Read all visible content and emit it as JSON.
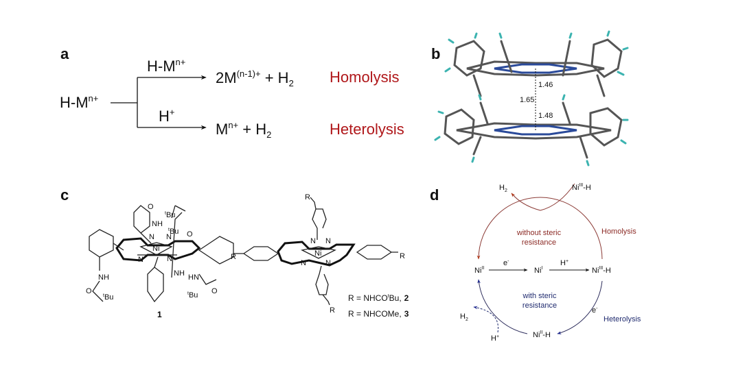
{
  "panels": {
    "a": {
      "label": "a",
      "reactant": {
        "base": "H-M",
        "sup": "n+"
      },
      "top_reagent": {
        "base": "H-M",
        "sup": "n+"
      },
      "bottom_reagent": {
        "base": "H",
        "sup": "+"
      },
      "top_product": {
        "p1": "2M",
        "sup": "(n-1)+",
        "p2": " + H",
        "sub": "2"
      },
      "bottom_product": {
        "p1": "M",
        "sup": "n+",
        "p2": " + H",
        "sub": "2"
      },
      "homolysis": "Homolysis",
      "heterolysis": "Heterolysis"
    },
    "b": {
      "label": "b",
      "distances": [
        "1.46",
        "1.65",
        "1.48"
      ]
    },
    "c": {
      "label": "c",
      "compound1_number": "1",
      "atoms": {
        "N": "N",
        "Ni": "Ni",
        "NH": "NH",
        "HN": "HN",
        "O": "O",
        "tBu_t": "t",
        "tBu_b": "Bu",
        "R": "R"
      },
      "r_defs": [
        {
          "text": "R = NHCO",
          "sup": "t",
          "tail": "Bu,",
          "number": "2"
        },
        {
          "text": "R = NHCOMe,",
          "number": "3"
        }
      ]
    },
    "d": {
      "label": "d",
      "top_h2": {
        "base": "H",
        "sub": "2"
      },
      "top_ni3h": {
        "base": "Ni",
        "sup": "III",
        "tail": "-H"
      },
      "homolysis": "Homolysis",
      "without": [
        "without steric",
        "resistance"
      ],
      "ni2": {
        "base": "Ni",
        "sup": "II"
      },
      "e1": {
        "base": "e",
        "sup": "-"
      },
      "ni1": {
        "base": "Ni",
        "sup": "I"
      },
      "hplus": {
        "base": "H",
        "sup": "+"
      },
      "ni3h": {
        "base": "Ni",
        "sup": "III",
        "tail": "-H"
      },
      "with": [
        "with steric",
        "resistance"
      ],
      "e2": {
        "base": "e",
        "sup": "-"
      },
      "heterolysis": "Heterolysis",
      "bottom_h2": {
        "base": "H",
        "sub": "2"
      },
      "bottom_hplus": {
        "base": "H",
        "sup": "+"
      },
      "ni2h": {
        "base": "Ni",
        "sup": "II",
        "tail": "-H"
      },
      "colors": {
        "homolysis": "#8b2a25",
        "heterolysis": "#1f2a6e"
      }
    }
  }
}
